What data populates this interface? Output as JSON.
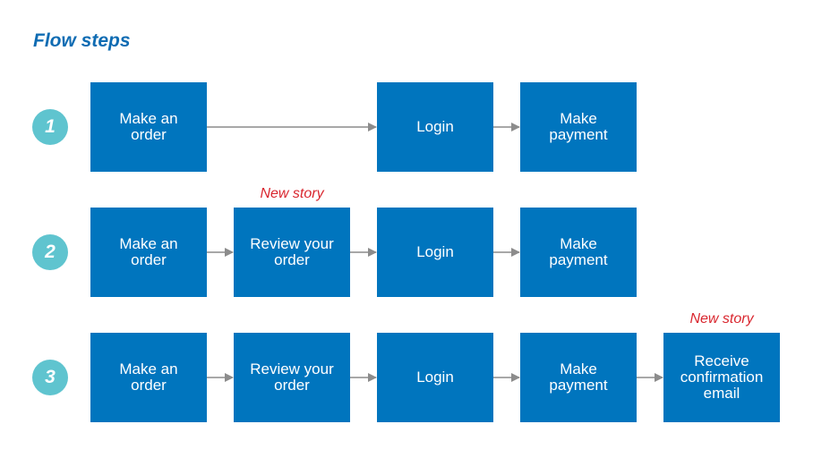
{
  "title": "Flow steps",
  "colors": {
    "title": "#0f6cb3",
    "box": "#0075be",
    "badge": "#5fc4cf",
    "note": "#d9262e",
    "arrow": "#8c8c8c"
  },
  "rows": [
    {
      "number": "1",
      "steps": [
        "Make an\norder",
        "",
        "Login",
        "Make\npayment",
        ""
      ]
    },
    {
      "number": "2",
      "steps": [
        "Make an\norder",
        "Review your\norder",
        "Login",
        "Make\npayment",
        ""
      ],
      "note": "New story"
    },
    {
      "number": "3",
      "steps": [
        "Make an\norder",
        "Review your\norder",
        "Login",
        "Make\npayment",
        "Receive\nconfirmation\nemail"
      ],
      "note": "New story"
    }
  ]
}
